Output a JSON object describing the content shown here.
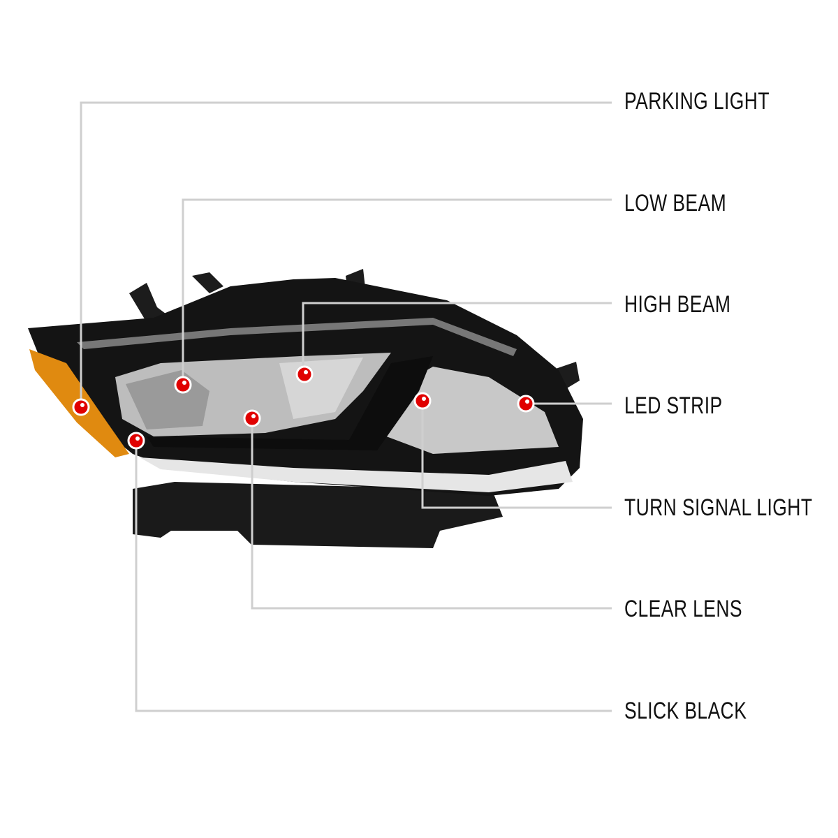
{
  "colors": {
    "callout_line": "#cfcfcf",
    "marker": "#e00000",
    "housing": "#111111",
    "amber": "#e08a10"
  },
  "callouts": [
    {
      "label": "PARKING LIGHT",
      "icon": "marker-dot"
    },
    {
      "label": "LOW BEAM",
      "icon": "marker-dot"
    },
    {
      "label": "HIGH BEAM",
      "icon": "marker-dot"
    },
    {
      "label": "LED STRIP",
      "icon": "marker-dot"
    },
    {
      "label": "TURN SIGNAL LIGHT",
      "icon": "marker-dot"
    },
    {
      "label": "CLEAR LENS",
      "icon": "marker-dot"
    },
    {
      "label": "SLICK BLACK",
      "icon": "marker-dot"
    }
  ]
}
